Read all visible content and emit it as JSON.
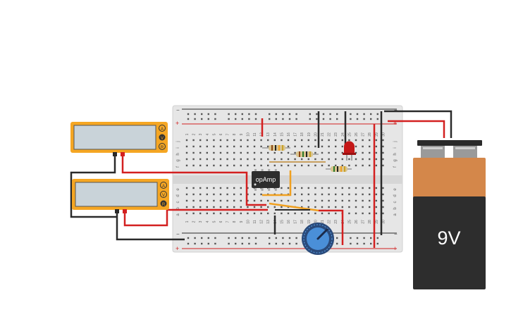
{
  "circuit": {
    "opamp_label": "opAmp",
    "battery_label": "9V"
  },
  "multimeters": [
    {
      "buttons": [
        "A",
        "V",
        "R"
      ]
    },
    {
      "buttons": [
        "A",
        "V",
        "R"
      ]
    }
  ],
  "breadboard": {
    "column_numbers": [
      "1",
      "2",
      "3",
      "4",
      "5",
      "6",
      "7",
      "8",
      "9",
      "10",
      "11",
      "12",
      "13",
      "14",
      "15",
      "16",
      "17",
      "18",
      "19",
      "20",
      "21",
      "22",
      "23",
      "24",
      "25",
      "26",
      "27",
      "28",
      "29",
      "30"
    ],
    "row_letters_top": [
      "j",
      "i",
      "h",
      "g",
      "f"
    ],
    "row_letters_bottom": [
      "e",
      "d",
      "c",
      "b",
      "a"
    ],
    "rail_signs": {
      "minus": "−",
      "plus": "+"
    }
  },
  "colors": {
    "board": "#e8e8e8",
    "rail_red": "#d32020",
    "rail_dark": "#2a2a2a",
    "multimeter": "#f5a623",
    "display": "#c9d3d9",
    "battery_top": "#d4874a",
    "battery_body": "#2d2d2d",
    "pot_blue": "#4a8fd8",
    "wire_red": "#d32020",
    "wire_black": "#2a2a2a",
    "wire_orange": "#f0a020",
    "led": "#c41818"
  }
}
